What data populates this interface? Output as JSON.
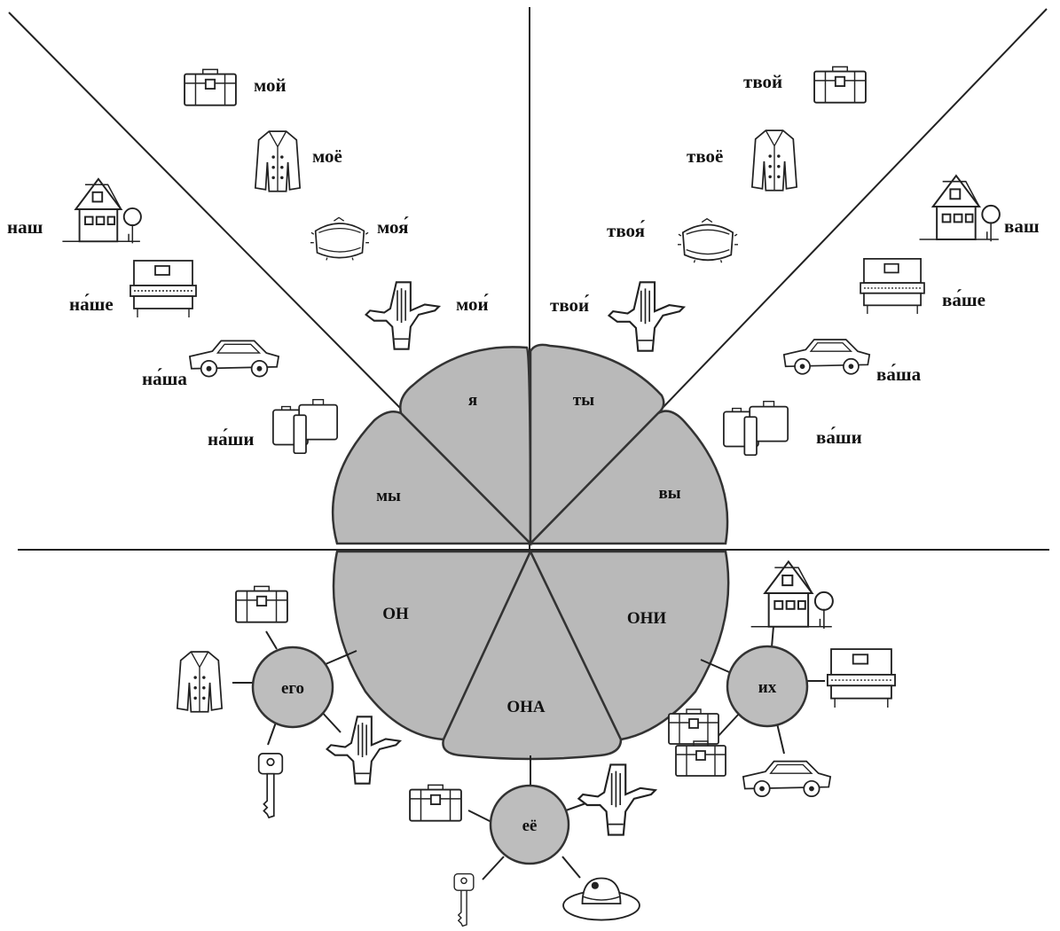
{
  "pronouns": {
    "ya": "я",
    "ty": "ты",
    "my": "мы",
    "vy": "вы",
    "on": "ОН",
    "ona": "ОНА",
    "oni": "ОНИ"
  },
  "possessives": {
    "moy": "мой",
    "moyo": "моё",
    "moya": "моя́",
    "moi": "мои́",
    "tvoy": "твой",
    "tvoyo": "твоё",
    "tvoya": "твоя́",
    "tvoi": "твои́",
    "nash": "наш",
    "nashe": "на́ше",
    "nasha": "на́ша",
    "nashi": "на́ши",
    "vash": "ваш",
    "vashe": "ва́ше",
    "vasha": "ва́ша",
    "vashi": "ва́ши",
    "ego": "его",
    "eyo": "её",
    "ikh": "их"
  },
  "icons": {
    "briefcase": "briefcase-icon",
    "coat": "coat-icon",
    "hat": "fur-hat-icon",
    "gloves": "gloves-icon",
    "house": "house-icon",
    "piano": "piano-icon",
    "car": "car-icon",
    "suitcases": "suitcases-icon",
    "key": "key-icon",
    "womens_hat": "womens-hat-icon"
  },
  "colors": {
    "segment_fill": "#b9b9b9",
    "line": "#222222"
  }
}
